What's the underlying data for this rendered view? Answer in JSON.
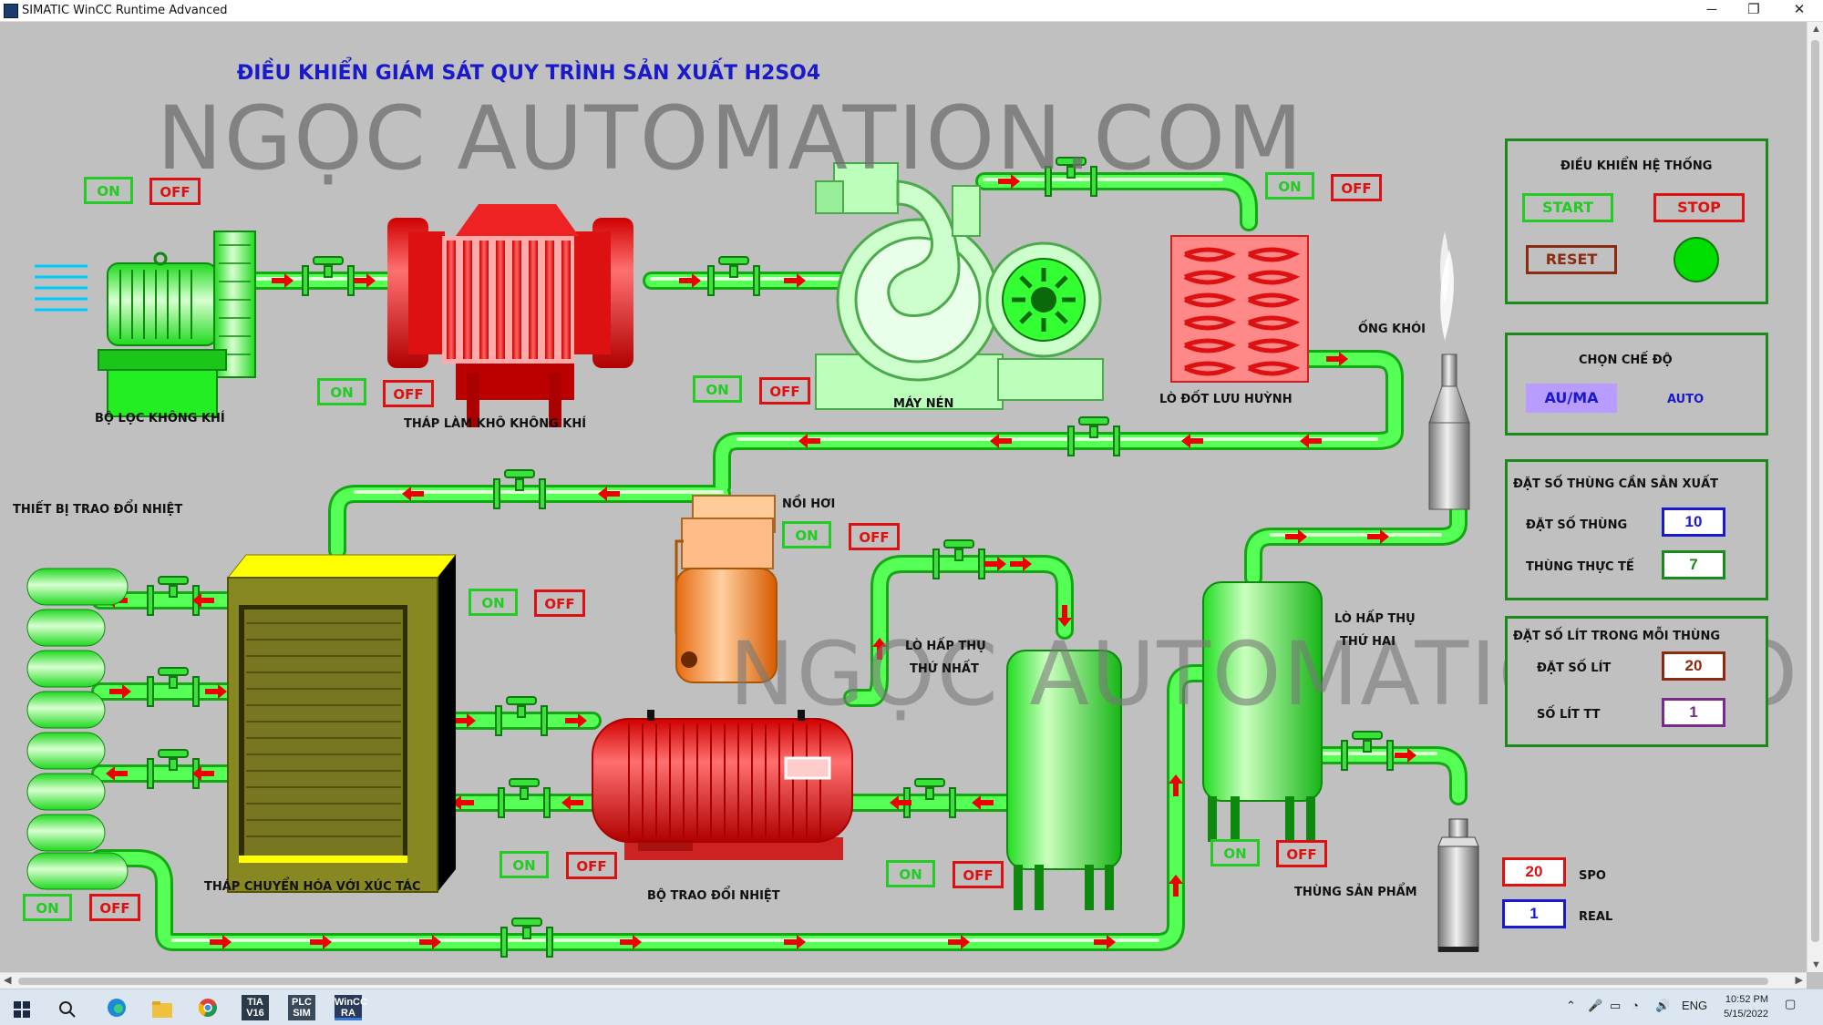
{
  "window": {
    "title": "SIMATIC WinCC Runtime Advanced",
    "minimize": "─",
    "restore": "❐",
    "close": "✕"
  },
  "hmi": {
    "heading": "ĐIỀU KHIỂN GIÁM SÁT QUY TRÌNH SẢN XUẤT H2SO4",
    "watermark": "NGỌC AUTOMATION.COM",
    "labels": {
      "air_filter": "BỘ LỌC KHÔNG KHÍ",
      "drying_tower": "THÁP LÀM KHÔ KHÔNG KHÍ",
      "compressor": "MÁY NÉN",
      "sulfur_furnace": "LÒ ĐỐT LƯU HUỲNH",
      "chimney": "ỐNG KHÓI",
      "boiler": "NỒI HƠI",
      "heat_exchanger_device": "THIẾT BỊ TRAO ĐỔI NHIỆT",
      "conversion_tower": "THÁP CHUYỂN HÓA VỚI XÚC TÁC",
      "heat_exchanger": "BỘ TRAO ĐỔI NHIỆT",
      "absorber1_l1": "LÒ HẤP THỤ",
      "absorber1_l2": "THỨ NHẤT",
      "absorber2_l1": "LÒ HẤP THỤ",
      "absorber2_l2": "THỨ HAI",
      "product_tank": "THÙNG SẢN PHẨM",
      "spo": "SPO",
      "real": "REAL"
    },
    "on_label": "ON",
    "off_label": "OFF",
    "spo_value": "20",
    "real_value": "1"
  },
  "panels": {
    "system": {
      "title": "ĐIỀU KHIỂN HỆ THỐNG",
      "start": "START",
      "stop": "STOP",
      "reset": "RESET",
      "indicator_color": "#00dd00"
    },
    "mode": {
      "title": "CHỌN CHẾ ĐỘ",
      "manual": "AU/MA",
      "auto": "AUTO"
    },
    "barrels": {
      "title": "ĐẶT SỐ THÙNG CẦN SẢN XUẤT",
      "set_label": "ĐẶT SỐ THÙNG",
      "set_value": "10",
      "actual_label": "THÙNG THỰC TẾ",
      "actual_value": "7"
    },
    "liters": {
      "title": "ĐẶT SỐ LÍT TRONG MỖI THÙNG",
      "set_label": "ĐẶT SỐ LÍT",
      "set_value": "20",
      "actual_label": "SỐ LÍT TT",
      "actual_value": "1"
    }
  },
  "taskbar": {
    "apps": [
      "TIA V16",
      "PLC SIM",
      "WinCC RA"
    ],
    "lang": "ENG",
    "time": "10:52 PM",
    "date": "5/15/2022"
  },
  "colors": {
    "pipe": "#33ff33",
    "equipment_red": "#ee2222",
    "on": "#22cc22",
    "off": "#dd1111",
    "heading": "#1a1acc"
  }
}
